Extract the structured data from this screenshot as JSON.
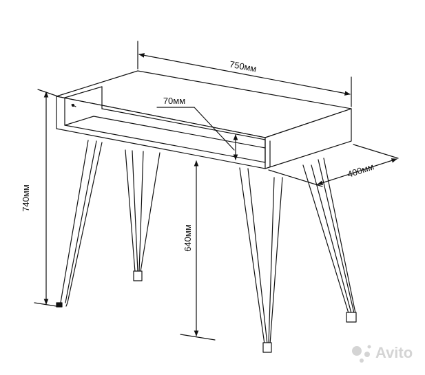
{
  "dimensions": {
    "width": "750мм",
    "depth": "400мм",
    "height": "740мм",
    "leg_height": "640мм",
    "shelf_gap": "70мм"
  },
  "watermark": {
    "text": "Avito",
    "color": "#d4d4d4"
  },
  "colors": {
    "line": "#111111",
    "background": "#ffffff"
  }
}
